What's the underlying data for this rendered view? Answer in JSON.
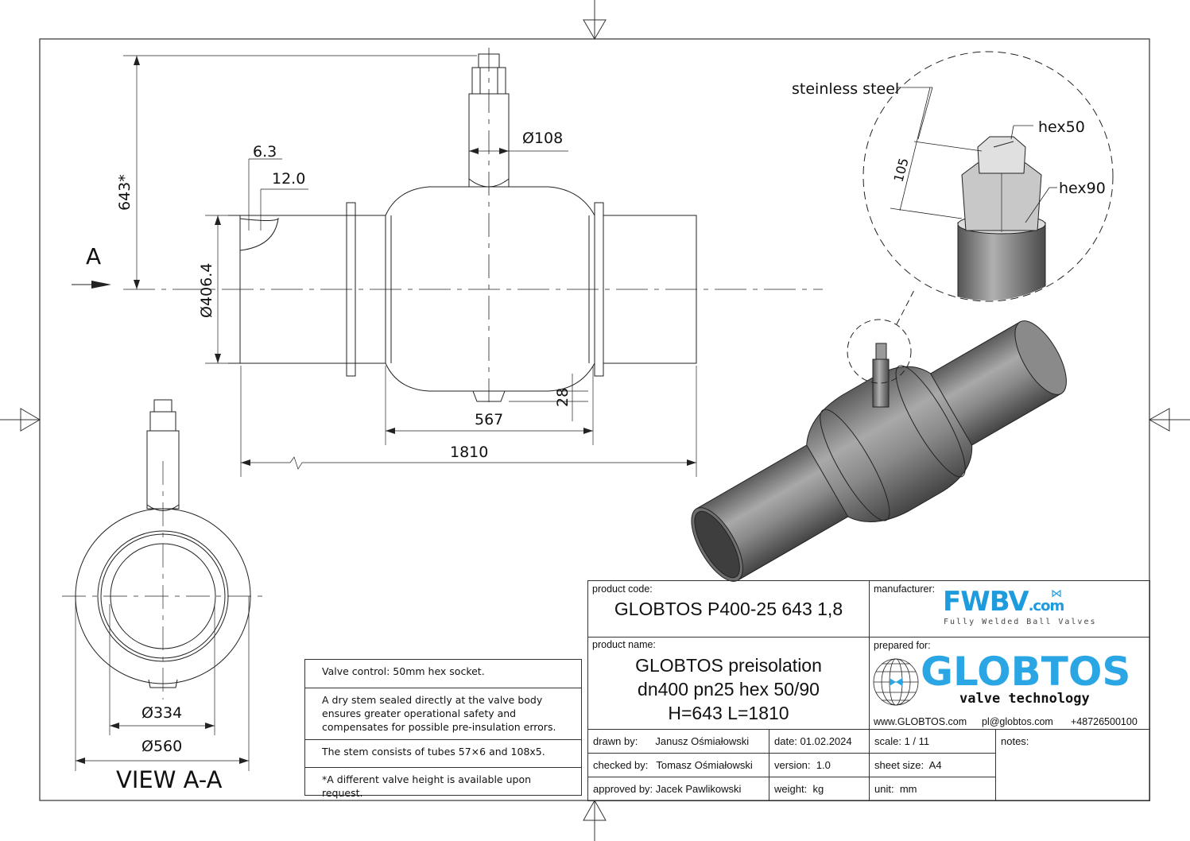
{
  "drawing": {
    "view_a_label": "A",
    "view_aa_title": "VIEW A-A",
    "dims": {
      "height": "643*",
      "diameter_pipe": "Ø406.4",
      "diameter_stem": "Ø108",
      "wall": "6.3",
      "bevel": "12.0",
      "body_length": "567",
      "overall_length": "1810",
      "bottom_offset": "28",
      "diameter_334": "Ø334",
      "diameter_560": "Ø560"
    },
    "detail": {
      "material": "steinless steel",
      "hex_small": "hex50",
      "hex_large": "hex90",
      "height": "105"
    }
  },
  "notes": [
    "Valve control: 50mm hex socket.",
    "A dry stem sealed directly at the valve body ensures greater operational safety and compensates for possible pre-insulation errors.",
    "The stem consists of tubes 57×6 and 108x5.",
    "*A different valve height is available upon request."
  ],
  "title_block": {
    "product_code_label": "product code:",
    "product_code": "GLOBTOS P400-25 643 1,8",
    "manufacturer_label": "manufacturer:",
    "manufacturer_logo": "FWBV",
    "manufacturer_logo_suffix": ".com",
    "manufacturer_tagline": "Fully Welded Ball Valves",
    "product_name_label": "product name:",
    "product_name_lines": [
      "GLOBTOS preisolation",
      "dn400 pn25 hex 50/90",
      "H=643 L=1810"
    ],
    "prepared_for_label": "prepared for:",
    "client_logo": "GLOBTOS",
    "client_tagline": "valve technology",
    "website": "www.GLOBTOS.com",
    "email": "pl@globtos.com",
    "phone": "+48726500100",
    "drawn_by_label": "drawn by:",
    "drawn_by": "Janusz Ośmiałowski",
    "checked_by_label": "checked by:",
    "checked_by": "Tomasz Ośmiałowski",
    "approved_by_label": "approved by:",
    "approved_by": "Jacek Pawlikowski",
    "date_label": "date:",
    "date": "01.02.2024",
    "version_label": "version:",
    "version": "1.0",
    "weight_label": "weight:",
    "weight": "kg",
    "scale_label": "scale:",
    "scale": "1 / 11",
    "sheet_size_label": "sheet size:",
    "sheet_size": "A4",
    "unit_label": "unit:",
    "unit": "mm",
    "notes_label": "notes:"
  },
  "colors": {
    "fwbv_blue": "#1e9bdc",
    "globtos_blue": "#2aa6e4",
    "steel": "#7d7d7d"
  }
}
